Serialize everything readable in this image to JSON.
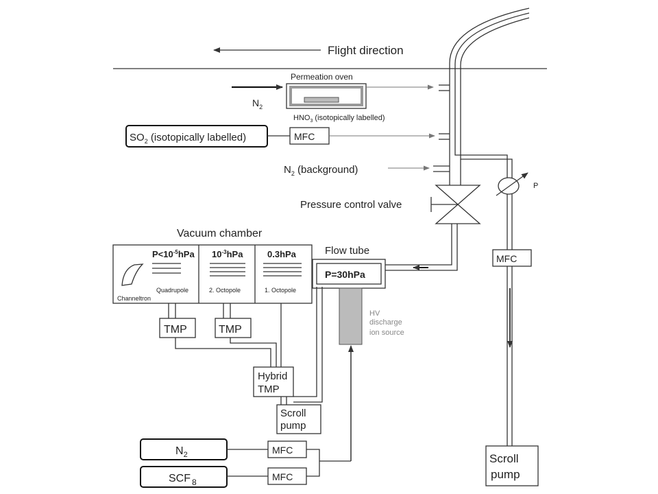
{
  "labels": {
    "flight_direction": "Flight direction",
    "permeation_oven": "Permeation oven",
    "n2_in": "N",
    "n2_in_sub": "2",
    "hno3": "HNO",
    "hno3_sub": "3",
    "hno3_rest": " (isotopically labelled)",
    "so2": "SO",
    "so2_sub": "2",
    "so2_rest": " (isotopically labelled)",
    "mfc": "MFC",
    "n2_background_a": "N",
    "n2_background_sub": "2",
    "n2_background_b": " (background)",
    "pressure_control_valve": "Pressure control valve",
    "p_sensor": "P",
    "vacuum_chamber": "Vacuum chamber",
    "p_quadrupole": "P<10",
    "p_quadrupole_exp": "-5",
    "p_quadrupole_unit": "hPa",
    "p_octopole2": "10",
    "p_octopole2_exp": "-3",
    "p_octopole2_unit": "hPa",
    "p_octopole1": "0.3hPa",
    "quadrupole": "Quadrupole",
    "octopole2": "2. Octopole",
    "octopole1": "1. Octopole",
    "channeltron": "Channeltron",
    "flow_tube": "Flow tube",
    "flow_tube_pressure": "P=30hPa",
    "hv_line1": "HV",
    "hv_line2": "discharge",
    "hv_line3": "ion source",
    "tmp": "TMP",
    "hybrid_tmp_1": "Hybrid",
    "hybrid_tmp_2": "TMP",
    "scroll_1": "Scroll",
    "scroll_2": "pump",
    "n2_bottom": "N",
    "n2_bottom_sub": "2",
    "scf_bottom": "SCF",
    "scf_bottom_sub": "8"
  }
}
